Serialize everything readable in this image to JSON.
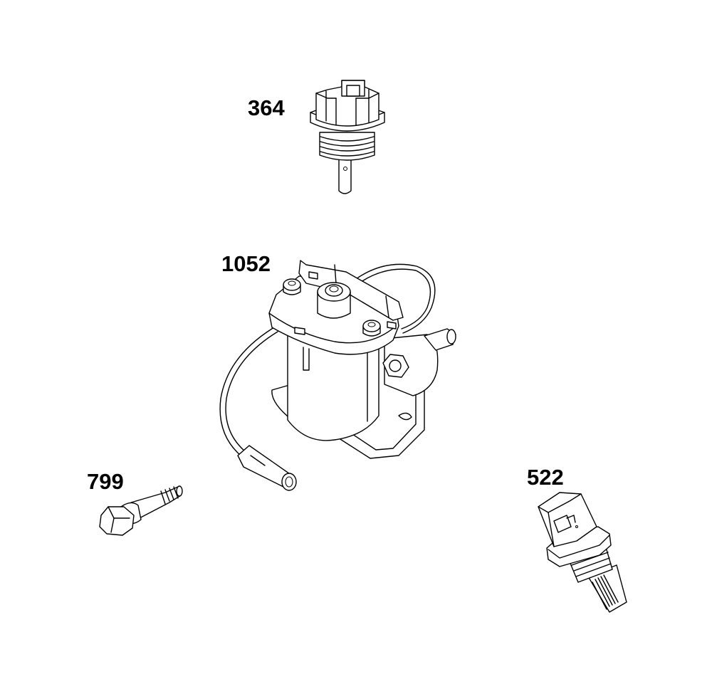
{
  "callouts": {
    "part_364": "364",
    "part_1052": "1052",
    "part_799": "799",
    "part_522": "522"
  },
  "colors": {
    "background": "#ffffff",
    "line": "#000000"
  },
  "icons": {
    "part_364": "threaded-sensor-switch-icon",
    "part_1052": "starter-solenoid-icon",
    "part_799": "shoulder-bolt-icon",
    "part_522": "oil-fill-cap-dipstick-icon"
  }
}
